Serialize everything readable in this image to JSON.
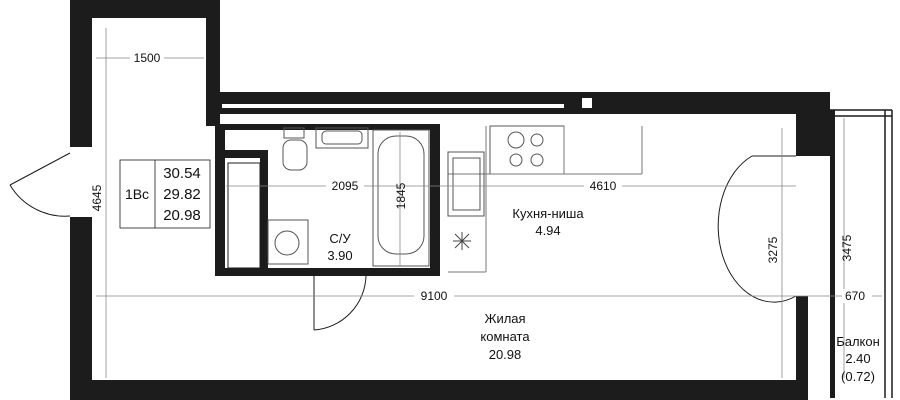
{
  "plan": {
    "apartment_type": "1Вс",
    "areas": {
      "total": "30.54",
      "living_incl": "29.82",
      "living": "20.98"
    },
    "rooms": {
      "bathroom": {
        "name": "С/У",
        "area": "3.90"
      },
      "kitchen": {
        "name": "Кухня-ниша",
        "area": "4.94"
      },
      "living": {
        "name_line1": "Жилая",
        "name_line2": "комната",
        "area": "20.98"
      },
      "balcony": {
        "name": "Балкон",
        "area": "2.40",
        "area_reduced": "(0.72)"
      }
    },
    "dimensions": {
      "corridor_width": "1500",
      "corridor_height": "4645",
      "bath_width": "2095",
      "bath_depth": "1845",
      "kitchen_width": "4610",
      "room_height": "3275",
      "total_length": "9100",
      "balcony_height": "3475",
      "balcony_width": "670"
    }
  }
}
